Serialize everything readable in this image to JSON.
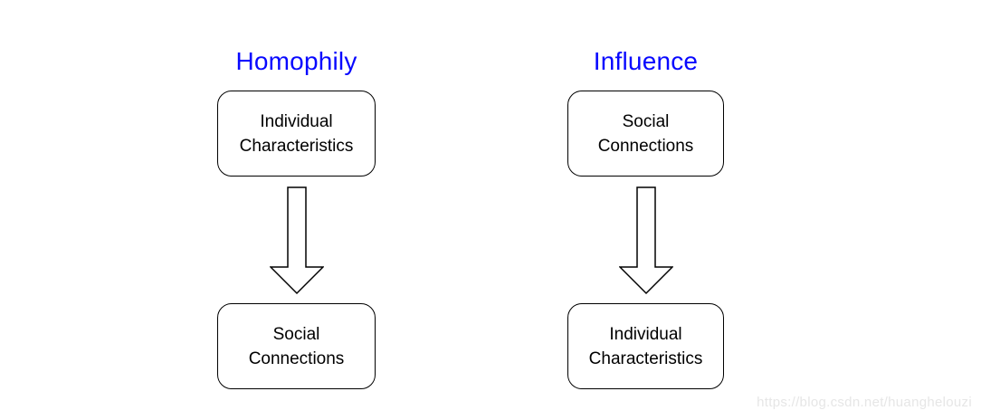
{
  "diagram": {
    "columns": [
      {
        "title": "Homophily",
        "top_box": {
          "line1": "Individual",
          "line2": "Characteristics"
        },
        "bottom_box": {
          "line1": "Social",
          "line2": "Connections"
        }
      },
      {
        "title": "Influence",
        "top_box": {
          "line1": "Social",
          "line2": "Connections"
        },
        "bottom_box": {
          "line1": "Individual",
          "line2": "Characteristics"
        }
      }
    ],
    "icons": {
      "flow_arrow": "down-block-arrow"
    }
  },
  "watermark": {
    "text": "https://blog.csdn.net/huanghelouzi"
  },
  "colors": {
    "title_text": "#0808ff",
    "box_border": "#000000",
    "box_fill": "#ffffff",
    "body_text": "#000000",
    "watermark_text": "#e6e6e6",
    "background": "#ffffff"
  }
}
